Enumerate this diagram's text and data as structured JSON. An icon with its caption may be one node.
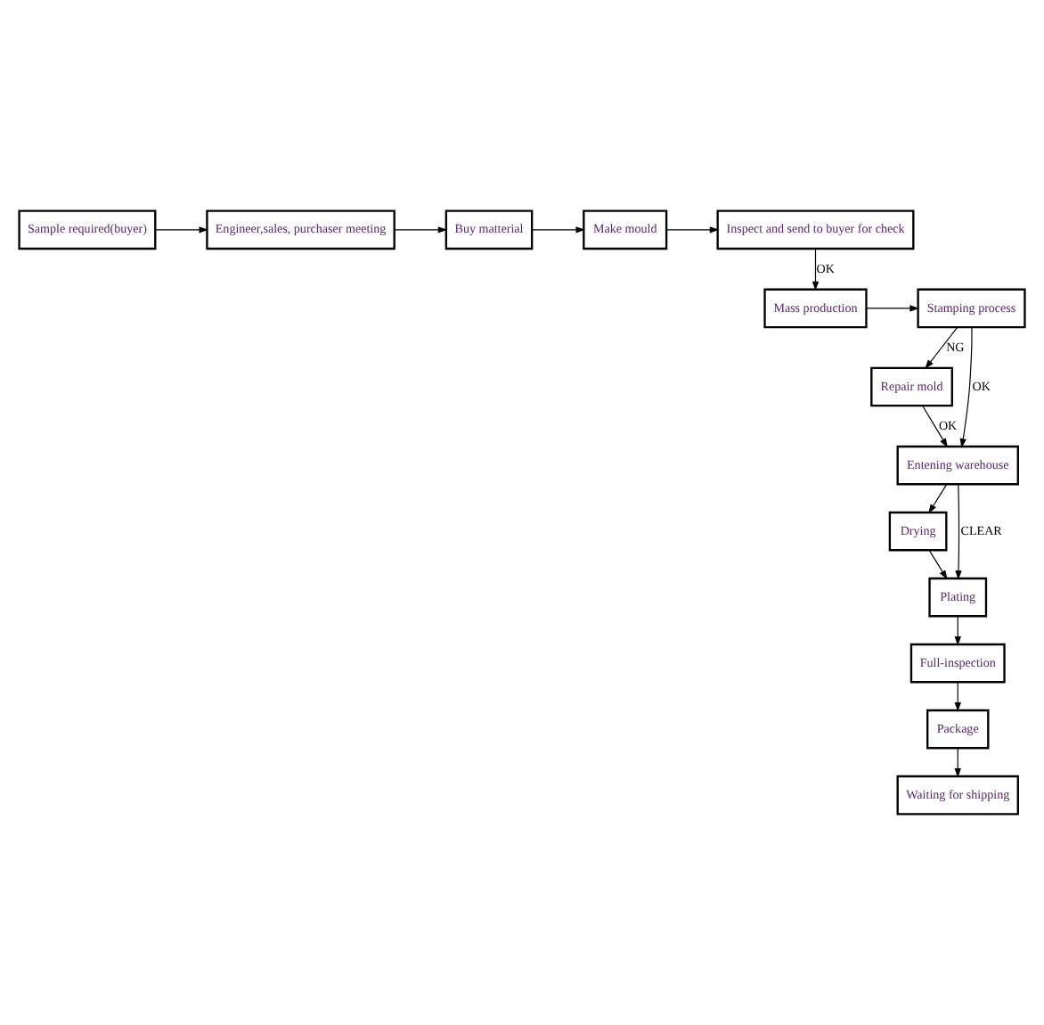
{
  "diagram": {
    "nodes": [
      {
        "text": [
          "Sample required(buyer)"
        ]
      },
      {
        "text": [
          "Engineer,sales, purchaser meeting"
        ]
      },
      {
        "text": [
          "Buy matterial"
        ]
      },
      {
        "text": [
          "Make mould"
        ]
      },
      {
        "text": [
          "Inspect and send to buyer for check"
        ]
      },
      {
        "text": [
          "Mass production"
        ]
      },
      {
        "text": [
          "Stamping process"
        ]
      },
      {
        "text": [
          "Repair mold"
        ]
      },
      {
        "text": [
          "Entening warehouse"
        ]
      },
      {
        "text": [
          "Drying"
        ]
      },
      {
        "text": [
          "Plating"
        ]
      },
      {
        "text": [
          "Full-inspection"
        ]
      },
      {
        "text": [
          "Package"
        ]
      },
      {
        "text": [
          "Waiting for shipping"
        ]
      }
    ],
    "edges": [
      {
        "from": 0,
        "to": 1,
        "arrow": "to"
      },
      {
        "from": 1,
        "to": 2,
        "arrow": "to"
      },
      {
        "from": 2,
        "to": 3,
        "arrow": "to"
      },
      {
        "from": 3,
        "to": 4,
        "arrow": "to"
      },
      {
        "from": 4,
        "to": 5,
        "arrow": "to",
        "label": "OK"
      },
      {
        "from": 5,
        "to": 6,
        "arrow": "to"
      },
      {
        "from": 6,
        "to": 7,
        "arrow": "to",
        "label": "NG"
      },
      {
        "from": 6,
        "to": 8,
        "arrow": "to",
        "label": "OK"
      },
      {
        "from": 7,
        "to": 8,
        "arrow": "to",
        "label": "OK"
      },
      {
        "from": 8,
        "to": 9,
        "arrow": "to"
      },
      {
        "from": 8,
        "to": 10,
        "arrow": "to",
        "label": "CLEAR"
      },
      {
        "from": 9,
        "to": 10,
        "arrow": "to"
      },
      {
        "from": 10,
        "to": 11,
        "arrow": "to"
      },
      {
        "from": 11,
        "to": 12,
        "arrow": "to"
      },
      {
        "from": 12,
        "to": 13,
        "arrow": "to"
      }
    ]
  }
}
